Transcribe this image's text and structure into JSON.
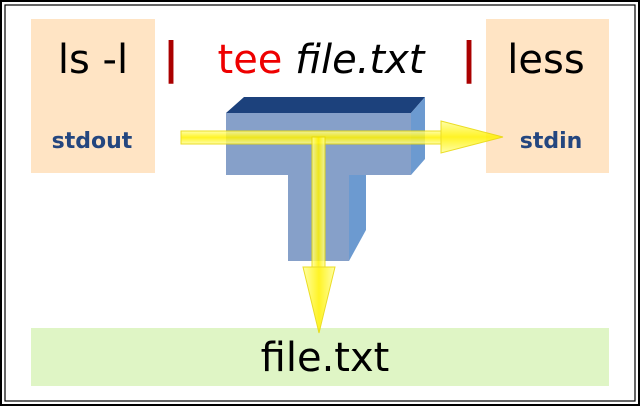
{
  "diagram": {
    "command": {
      "left": "ls -l",
      "pipe_symbol": "|",
      "tee_keyword": "tee",
      "tee_argument": "file.txt",
      "right": "less"
    },
    "streams": {
      "stdout": "stdout",
      "stdin": "stdin"
    },
    "output_file": "file.txt",
    "colors": {
      "process_box": "#ffe4c4",
      "file_box": "#dff5c5",
      "pipe_symbol": "#aa0000",
      "tee_keyword": "#ee0000",
      "stream_label": "#24467f",
      "tee_front": "#7f9bc6",
      "tee_top": "#1c417c",
      "tee_side": "#6c9ad0",
      "arrow_fill": "#ffff88",
      "arrow_stroke": "#e8d800"
    }
  }
}
